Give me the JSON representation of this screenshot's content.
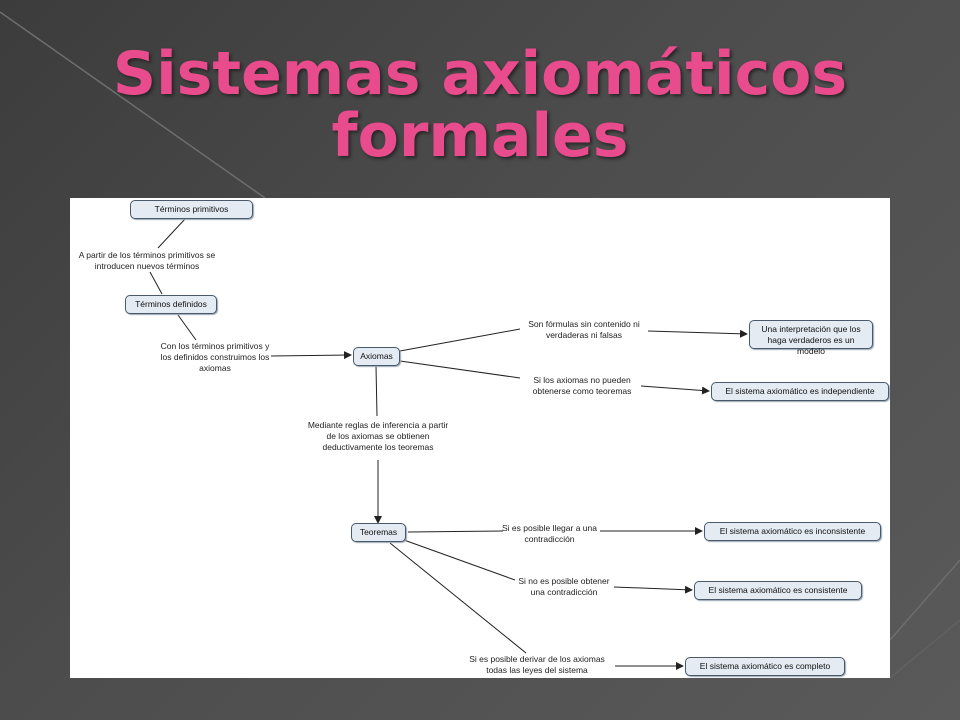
{
  "slide": {
    "title_line1": "Sistemas axiomáticos",
    "title_line2": "formales",
    "accent_color": "#e94c8c",
    "background_color": "#4a4a4a"
  },
  "diagram": {
    "nodes": {
      "terminos_primitivos": "Términos primitivos",
      "terminos_definidos": "Términos definidos",
      "axiomas": "Axiomas",
      "teoremas": "Teoremas",
      "modelo": "Una interpretación que los haga verdaderos es un modelo",
      "independiente": "El sistema axiomático es independiente",
      "inconsistente": "El sistema axiomático es inconsistente",
      "consistente": "El sistema axiomático es consistente",
      "completo": "El sistema axiomático es completo"
    },
    "link_phrases": {
      "a_partir": "A partir de los términos primitivos se introducen nuevos términos",
      "con_los": "Con los términos primitivos y los definidos construimos los axiomas",
      "son_formulas": "Son fórmulas sin contenido ni verdaderas ni falsas",
      "si_no_pueden": "Si los axiomas no pueden obtenerse como teoremas",
      "mediante": "Mediante reglas de inferencia a partir de los axiomas se obtienen deductivamente los teoremas",
      "si_posible_contradiccion": "Si es posible llegar a una contradicción",
      "si_no_posible": "Si no es posible obtener una contradicción",
      "si_derivar": "Si es posible derivar de los axiomas todas las leyes del sistema"
    }
  }
}
